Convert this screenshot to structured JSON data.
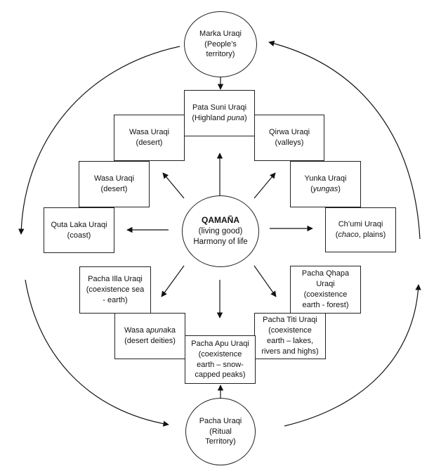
{
  "top_circle": {
    "lines": [
      "Marka Uraqi",
      "(People’s",
      "territory)"
    ]
  },
  "bottom_circle": {
    "lines": [
      "Pacha Uraqi",
      "(Ritual",
      "Territory)"
    ]
  },
  "center": {
    "title": "QAMAÑA",
    "lines": [
      "(living good)",
      "Harmony of life"
    ]
  },
  "boxes": {
    "pata_suni": {
      "lines": [
        "Pata Suni Uraqi",
        "(Highland puna)"
      ]
    },
    "wasa_1": {
      "lines": [
        "Wasa Uraqi",
        "(desert)"
      ]
    },
    "qirwa": {
      "lines": [
        "Qirwa Uraqi",
        "(valleys)"
      ]
    },
    "wasa_2": {
      "lines": [
        "Wasa Uraqi",
        "(desert)"
      ]
    },
    "yunka": {
      "lines": [
        "Yunka Uraqi",
        "(yungas)"
      ]
    },
    "quta_laka": {
      "lines": [
        "Quta Laka Uraqi",
        "(coast)"
      ]
    },
    "chumi": {
      "lines": [
        "Ch’umi Uraqi",
        "(chaco, plains)"
      ]
    },
    "pacha_illa": {
      "lines": [
        "Pacha Illa Uraqi",
        "(coexistence sea",
        "- earth)"
      ]
    },
    "pacha_qhapa": {
      "lines": [
        "Pacha Qhapa",
        "Uraqi",
        "(coexistence",
        "earth - forest)"
      ]
    },
    "wasa_apunaka": {
      "lines": [
        "Wasa apunaka",
        "(desert deities)"
      ]
    },
    "pacha_titi": {
      "lines": [
        "Pacha Titi Uraqi",
        "(coexistence",
        "earth – lakes,",
        "rivers and highs)"
      ]
    },
    "pacha_apu": {
      "lines": [
        "Pacha Apu Uraqi",
        "(coexistence",
        "earth – snow-",
        "capped peaks)"
      ]
    }
  }
}
